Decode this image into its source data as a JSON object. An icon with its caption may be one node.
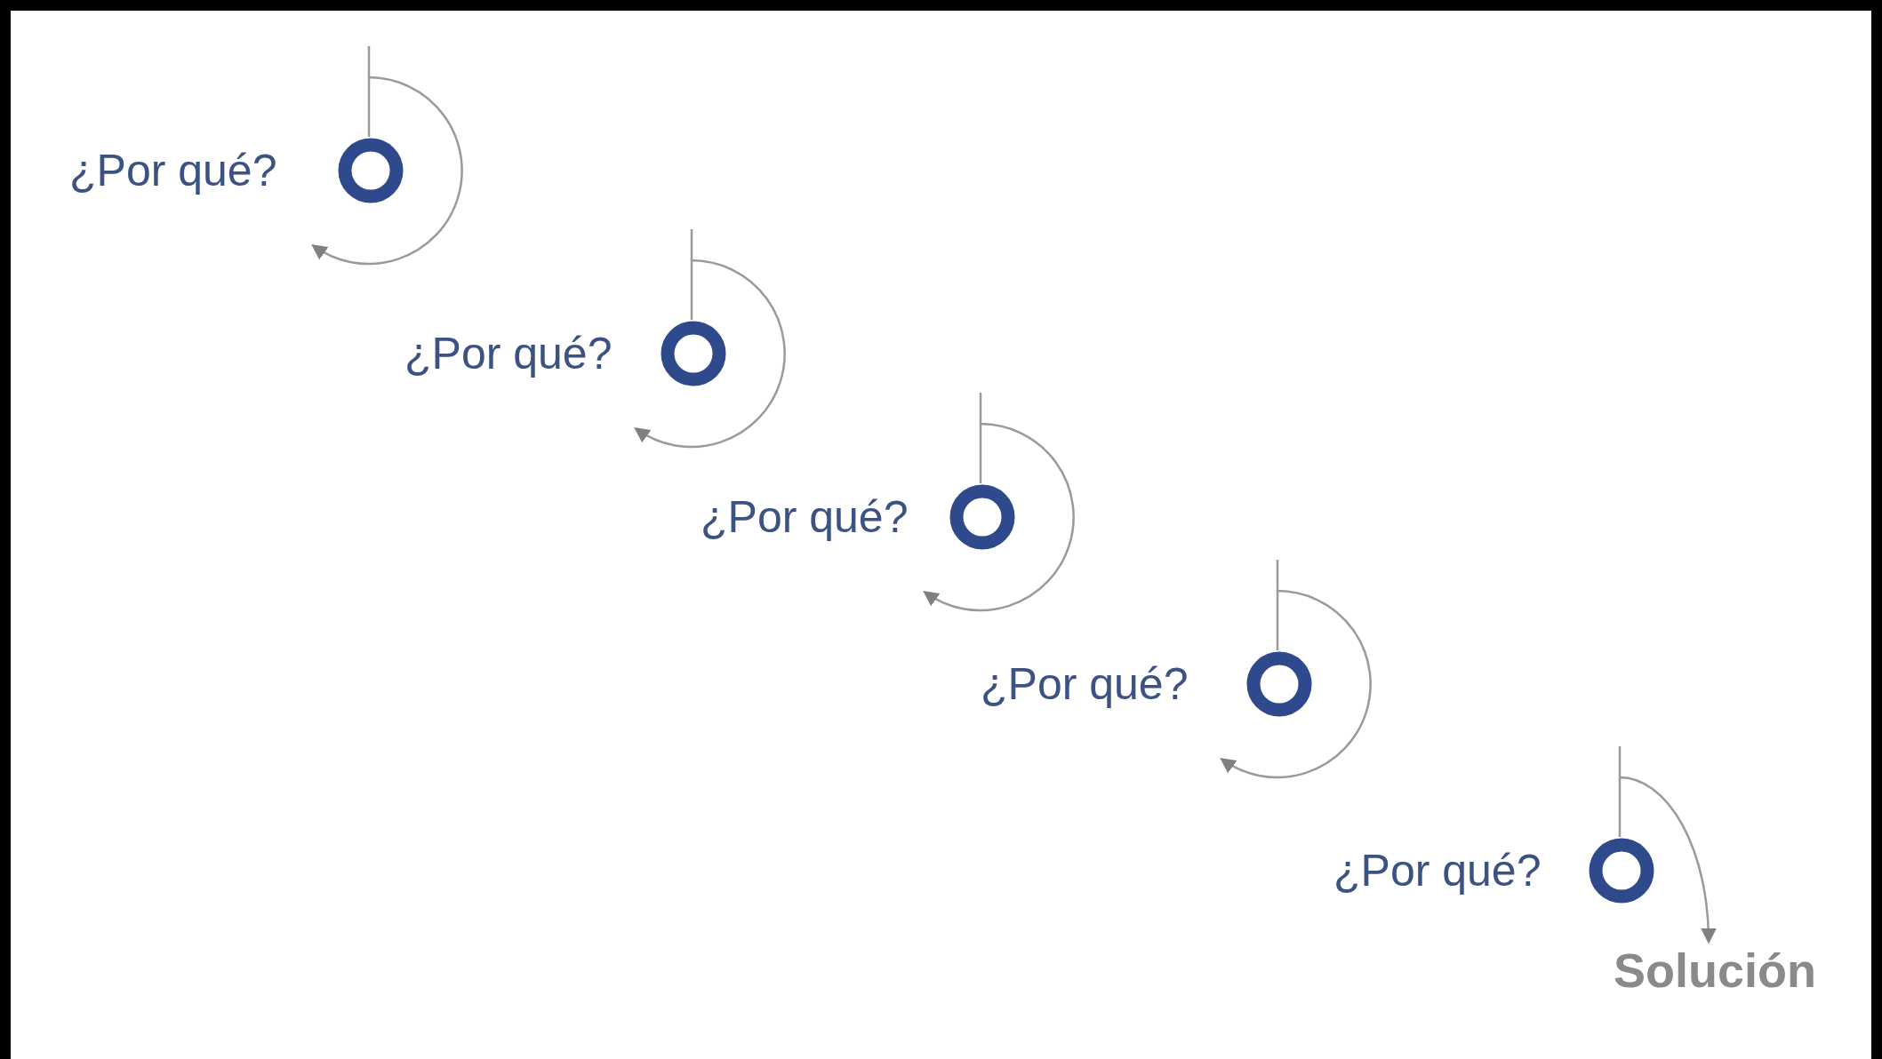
{
  "diagram": {
    "nodes": [
      {
        "text": [
          "¿Por qué?"
        ]
      },
      {
        "text": [
          "¿Por qué?"
        ]
      },
      {
        "text": [
          "¿Por qué?"
        ]
      },
      {
        "text": [
          "¿Por qué?"
        ]
      },
      {
        "text": [
          "¿Por qué?"
        ]
      },
      {
        "text": [
          "Solución"
        ]
      }
    ],
    "edges": [
      {
        "from": 0,
        "to": null,
        "arrow": "to"
      },
      {
        "from": 1,
        "to": null,
        "arrow": "to"
      },
      {
        "from": 2,
        "to": null,
        "arrow": "to"
      },
      {
        "from": 3,
        "to": null,
        "arrow": "to"
      },
      {
        "from": 4,
        "to": 5,
        "arrow": "to"
      }
    ]
  }
}
